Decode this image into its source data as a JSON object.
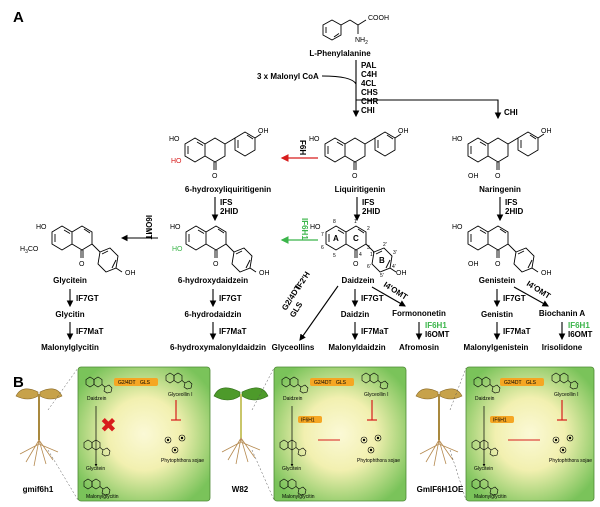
{
  "panel_a": {
    "label": "A",
    "phenylalanine": {
      "cooh": "COOH",
      "nh2": "NH",
      "nh2_sub": "2",
      "name": "L-Phenylalanine"
    },
    "malonyl": "3 x Malonyl CoA",
    "enzymes_main": [
      "PAL",
      "C4H",
      "4CL",
      "CHS",
      "CHR",
      "CHI"
    ],
    "chi": "CHI",
    "f6h": "F6H",
    "if6h1": "IF6H1",
    "i6omt": "I6OMT",
    "ifs_2hid": [
      "IFS",
      "2HID"
    ],
    "oh": "HO",
    "oh_r": "OH",
    "o": "O",
    "h3co": "H",
    "h3co_sub": "3",
    "h3co_tail": "CO",
    "compounds": {
      "hydroxyliquiritigenin": "6-hydroxyliquiritigenin",
      "liquiritigenin": "Liquiritigenin",
      "naringenin": "Naringenin",
      "glycitein": "Glycitein",
      "hydroxydaidzein": "6-hydroxydaidzein",
      "daidzein": "Daidzein",
      "genistein": "Genistein",
      "glycitin": "Glycitin",
      "malonylglycitin": "Malonylglycitin",
      "hydrodaidzin": "6-hydrodaidzin",
      "hydroxymalonyldaidzin": "6-hydroxymalonyldaidzin",
      "glyceollins": "Glyceollins",
      "daidzin": "Daidzin",
      "malonyldaidzin": "Malonyldaidzin",
      "formononetin": "Formononetin",
      "afromosin": "Afromosin",
      "genistin": "Genistin",
      "malonylgenistein": "Malonylgenistein",
      "biochanin": "Biochanin A",
      "irisolidone": "Irisolidone"
    },
    "enzymes": {
      "if7gt": "IF7GT",
      "if7mat": "IF7MaT",
      "if2h": "IF2'H",
      "g24dt": "G2/4DT",
      "gls": "GLS",
      "i4omt": "I4'OMT",
      "if6h1": "IF6H1",
      "i6omt": "I6OMT"
    },
    "ring_labels": [
      "A",
      "C",
      "B"
    ],
    "atom_numbers": [
      "1",
      "2",
      "3",
      "4",
      "5",
      "6",
      "7",
      "8",
      "1'",
      "2'",
      "3'",
      "4'",
      "5'",
      "6'"
    ]
  },
  "panel_b": {
    "label": "B",
    "strains": [
      "gmif6h1",
      "W82",
      "GmIF6H1OE"
    ],
    "mini_labels": {
      "daidzein": "Daidzein",
      "glyceollin": "Glyceollin I",
      "glycitein": "Glycitein",
      "malonylglycitin": "Malonylglycitin",
      "pathogen": "Phytophthora sojae",
      "enzyme1": "IF6H1",
      "enzyme2": "G2/4DT",
      "enzyme3": "GLS"
    }
  },
  "colors": {
    "panel_bg": "#7ac35a",
    "panel_glow": "#f7f3b4",
    "highlight_bar": "#f5a623",
    "red": "#d71c1c",
    "green_text": "#3bb54a",
    "seedling_green": "#4d9a2a"
  }
}
